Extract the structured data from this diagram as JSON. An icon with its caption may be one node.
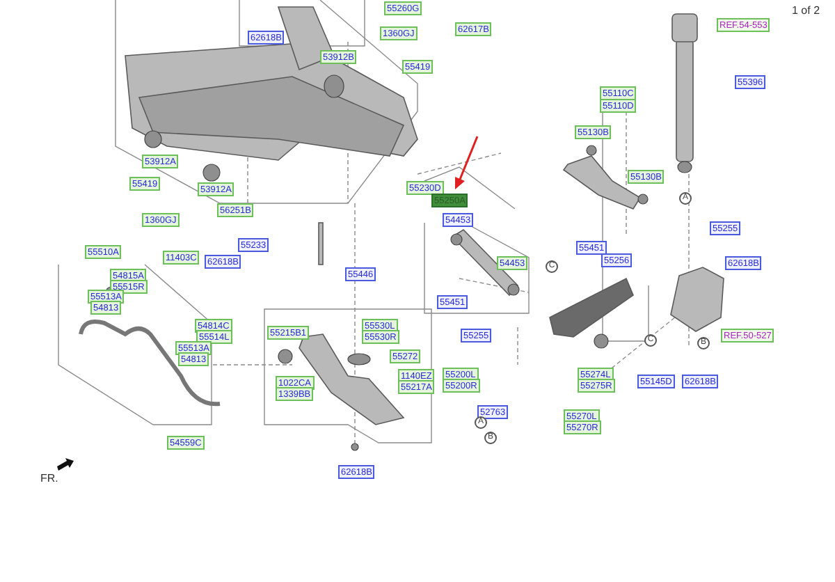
{
  "diagram": {
    "labels": [
      "1 of 2",
      "55260G",
      "62618B",
      "1360GJ",
      "62617B",
      "REF.54-553",
      "53912B",
      "55419",
      "55396",
      "55110C",
      "55110D",
      "55130B",
      "53912A",
      "55130B",
      "55419",
      "53912A",
      "55230D",
      "55250A",
      "A",
      "56251B",
      "54453",
      "1360GJ",
      "55255",
      "55233",
      "55451",
      "55510A",
      "11403C",
      "55256",
      "62618B",
      "54453",
      "62618B",
      "C",
      "55446",
      "54815A",
      "55515R",
      "55513A",
      "54813",
      "55451",
      "54814C",
      "55514L",
      "55530L",
      "55530R",
      "55215B1",
      "55255",
      "REF.50-527",
      "C",
      "55513A",
      "B",
      "54813",
      "55272",
      "1140EZ",
      "55200L",
      "55274L",
      "55145D",
      "62618B",
      "1022CA",
      "55217A",
      "55200R",
      "55275R",
      "1339BB",
      "52763",
      "55270L",
      "A",
      "55270R",
      "B",
      "54559C",
      "62618B",
      "FR."
    ]
  }
}
